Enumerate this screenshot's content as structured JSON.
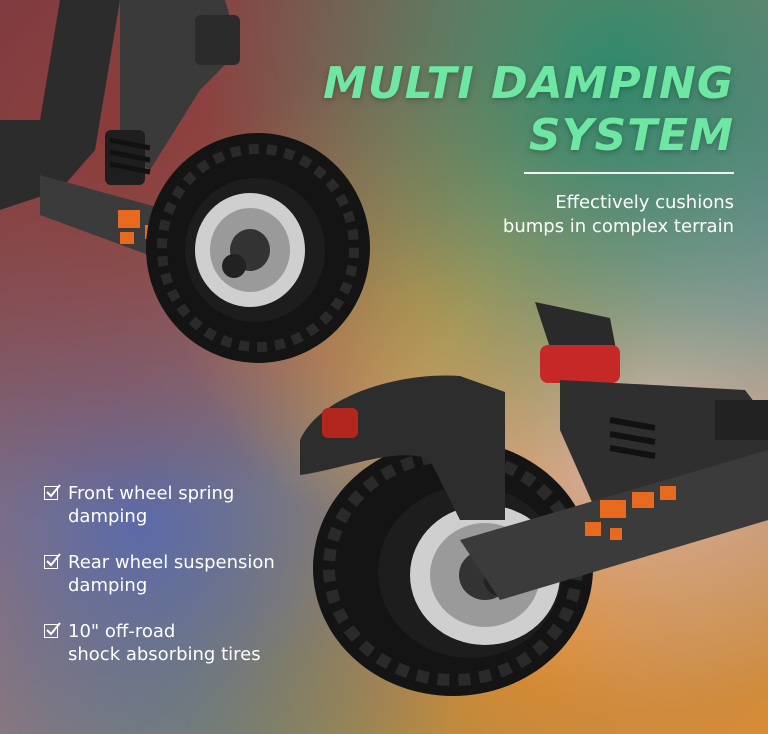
{
  "headline": {
    "line1": "MULTI DAMPING",
    "line2": "SYSTEM"
  },
  "subheadline": {
    "line1": "Effectively cushions",
    "line2": "bumps in complex terrain"
  },
  "features": [
    {
      "line1": "Front wheel spring",
      "line2": "damping"
    },
    {
      "line1": "Rear wheel suspension",
      "line2": "damping"
    },
    {
      "line1": "10\" off-road",
      "line2": "shock absorbing tires"
    }
  ],
  "colors": {
    "headline": "#6ee7a3",
    "accent_orange": "#e86a1e",
    "text_white": "#ffffff"
  }
}
